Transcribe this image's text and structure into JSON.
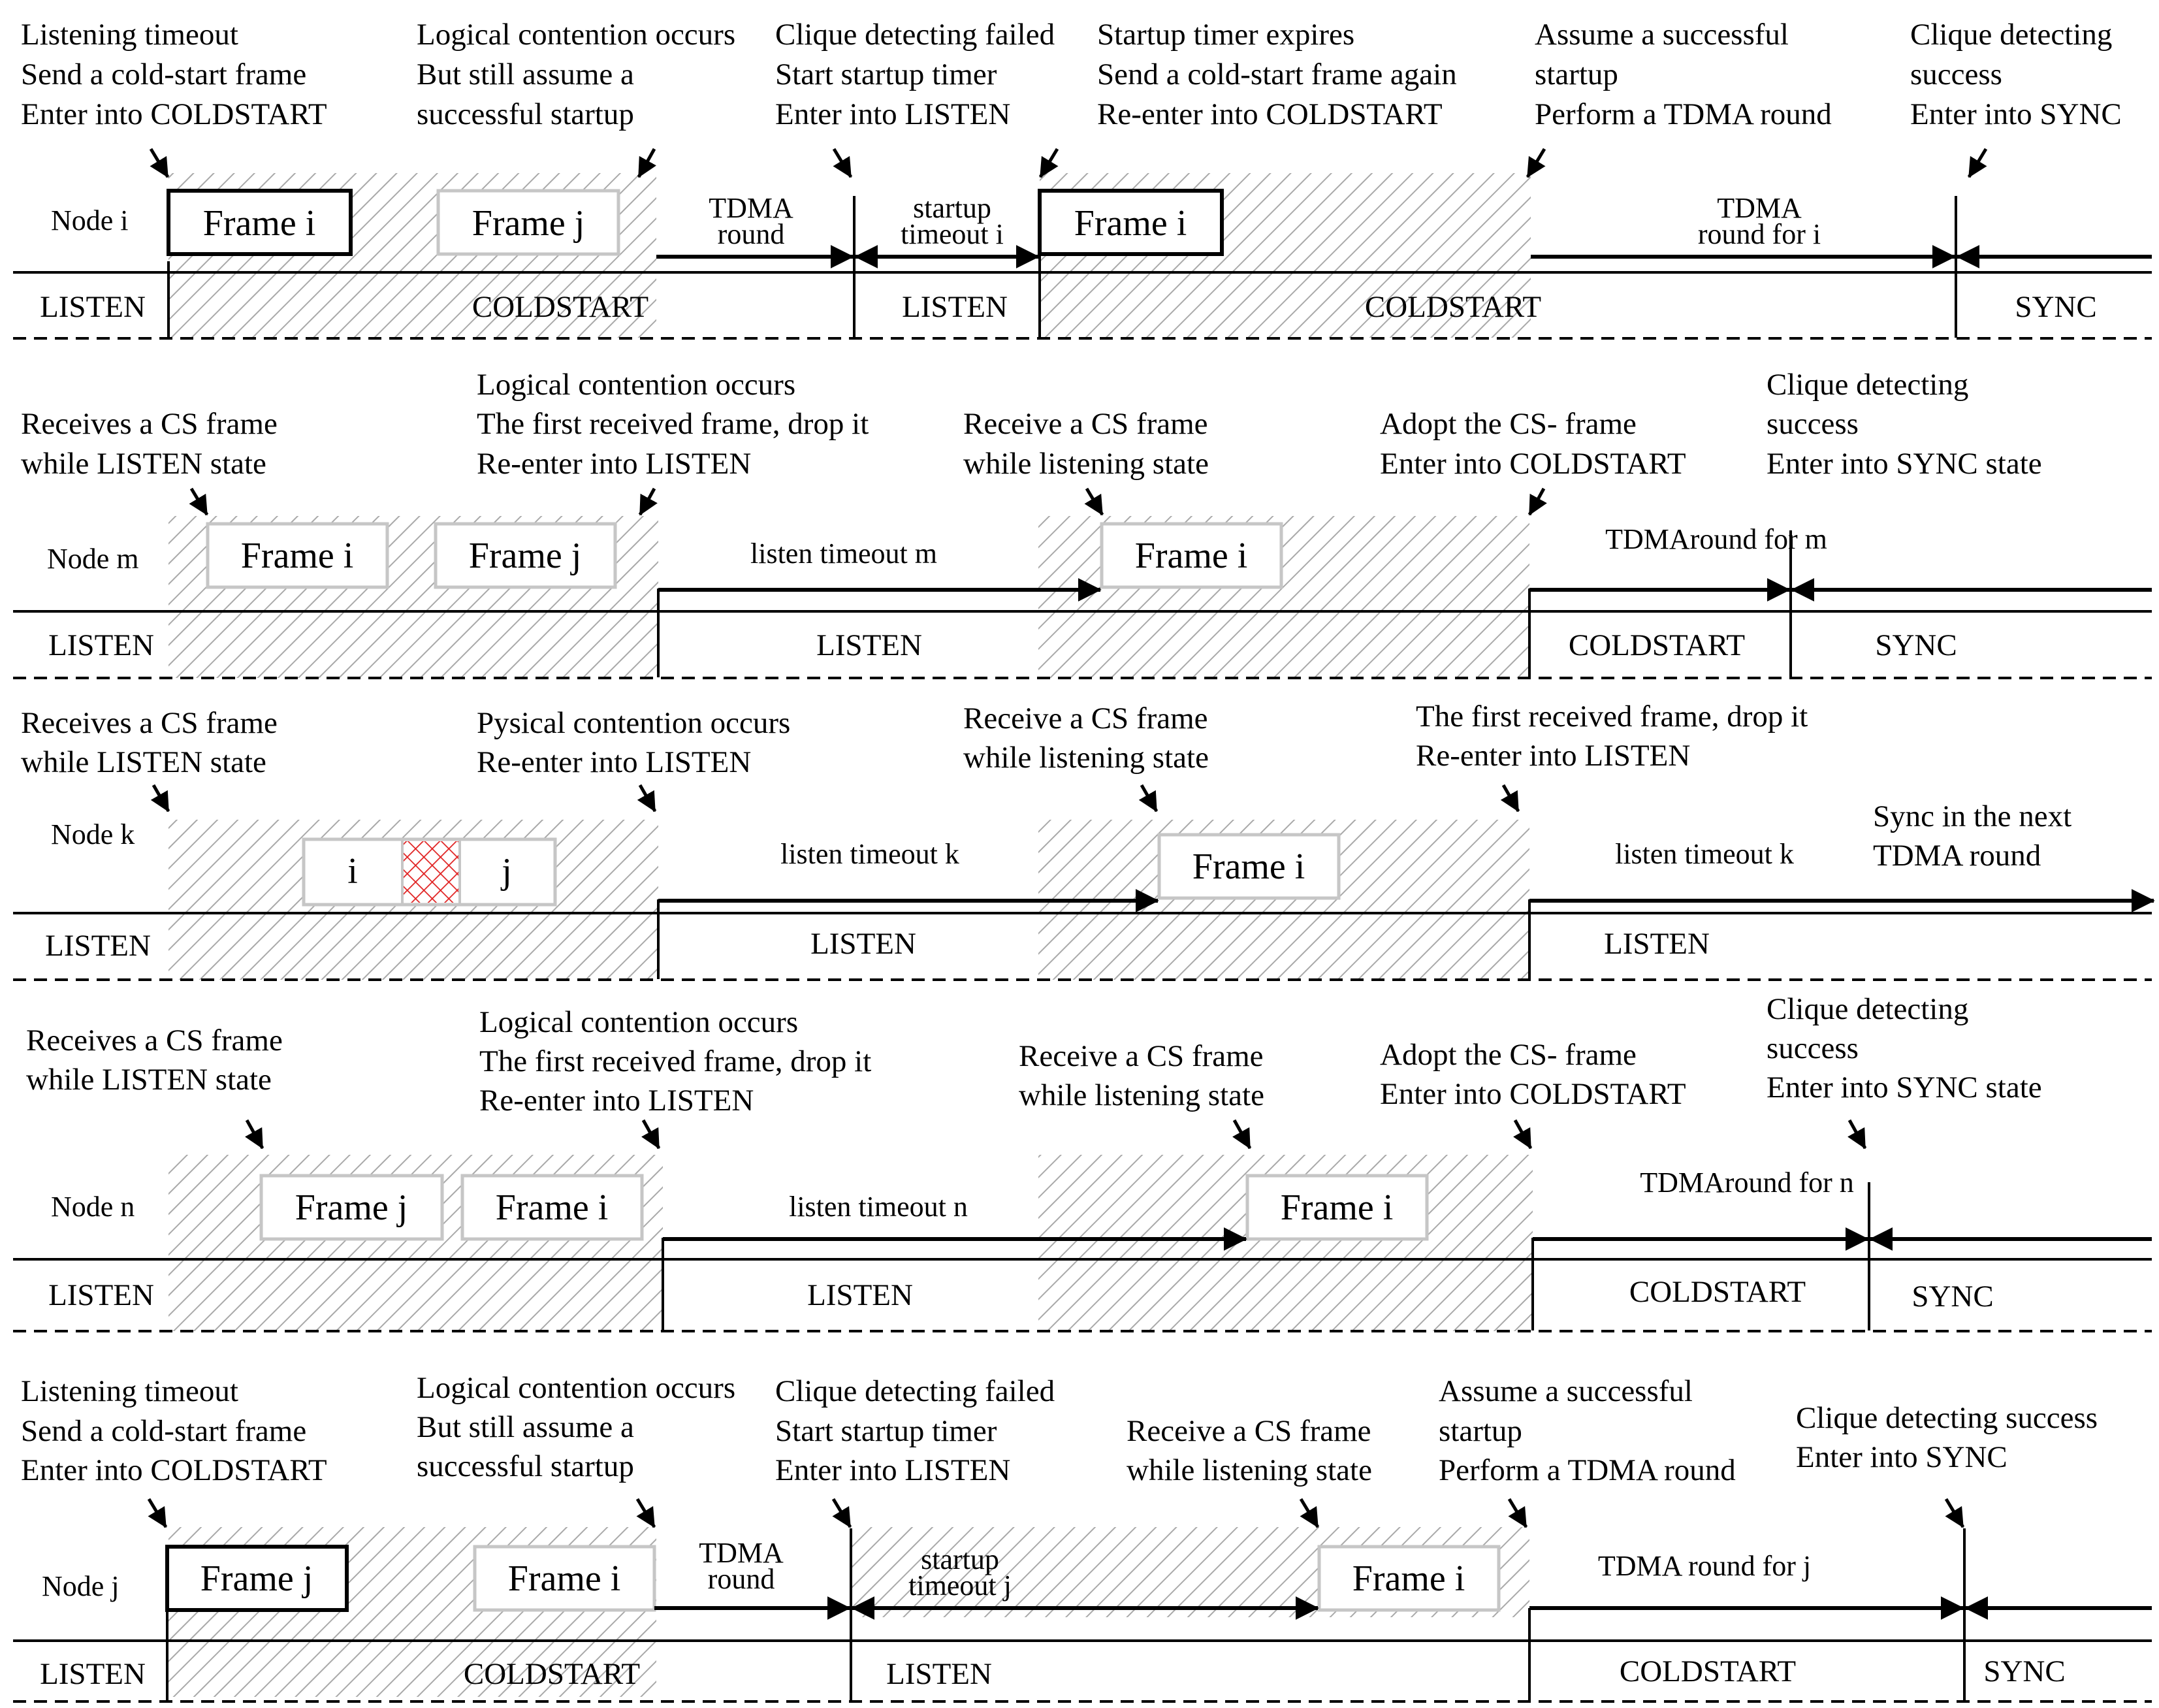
{
  "colors": {
    "hatch": "#a9a9a9",
    "frame_border_gray": "#c6c6c6",
    "frame_border_bold": "#000000",
    "collision": "#e02020",
    "line": "#000000"
  },
  "rows": [
    {
      "node": "Node i",
      "annotations": [
        [
          "Listening timeout",
          "Send a cold-start frame",
          "Enter into COLDSTART"
        ],
        [
          "Logical contention occurs",
          "But still assume a",
          "successful startup"
        ],
        [
          "Clique detecting failed",
          "Start startup timer",
          "Enter into LISTEN"
        ],
        [
          "Startup timer expires",
          "Send a cold-start frame again",
          "Re-enter into COLDSTART"
        ],
        [
          "Assume a successful",
          "startup",
          "Perform a TDMA round"
        ],
        [
          "Clique detecting",
          "success",
          "Enter into SYNC"
        ]
      ],
      "frames": [
        "Frame i",
        "Frame j",
        "Frame i"
      ],
      "timers": [
        [
          "TDMA",
          "round"
        ],
        [
          "startup",
          "timeout i"
        ],
        [
          "TDMA",
          "round for i"
        ]
      ],
      "states": [
        "LISTEN",
        "COLDSTART",
        "LISTEN",
        "COLDSTART",
        "SYNC"
      ]
    },
    {
      "node": "Node m",
      "annotations": [
        [
          "Receives a CS frame",
          "while LISTEN state"
        ],
        [
          "Logical contention occurs",
          "The first received frame, drop it",
          "Re-enter into LISTEN"
        ],
        [
          "Receive a CS frame",
          "while listening state"
        ],
        [
          "Adopt the CS- frame",
          "Enter into  COLDSTART"
        ],
        [
          "Clique detecting",
          "success",
          "Enter into SYNC state"
        ]
      ],
      "frames": [
        "Frame i",
        "Frame j",
        "Frame i"
      ],
      "timers": [
        "listen timeout m",
        "TDMAround for m"
      ],
      "states": [
        "LISTEN",
        "LISTEN",
        "COLDSTART",
        "SYNC"
      ]
    },
    {
      "node": "Node k",
      "annotations": [
        [
          "Receives a CS frame",
          "while LISTEN state"
        ],
        [
          "Pysical contention occurs",
          "Re-enter into LISTEN"
        ],
        [
          "Receive a CS frame",
          "while listening state"
        ],
        [
          "The first received frame, drop it",
          "Re-enter into LISTEN"
        ],
        [
          "Sync in the next",
          "TDMA round"
        ]
      ],
      "frames": [
        "i",
        "j",
        "Frame i"
      ],
      "timers": [
        "listen timeout k",
        "listen timeout k"
      ],
      "states": [
        "LISTEN",
        "LISTEN",
        "LISTEN"
      ]
    },
    {
      "node": "Node n",
      "annotations": [
        [
          "Receives a CS frame",
          "while LISTEN state"
        ],
        [
          "Logical contention occurs",
          "The first received frame, drop it",
          "Re-enter into LISTEN"
        ],
        [
          "Receive a CS frame",
          "while listening state"
        ],
        [
          "Adopt the CS- frame",
          "Enter into  COLDSTART"
        ],
        [
          "Clique detecting",
          "success",
          "Enter into SYNC state"
        ]
      ],
      "frames": [
        "Frame j",
        "Frame i",
        "Frame i"
      ],
      "timers": [
        "listen timeout n",
        "TDMAround for n"
      ],
      "states": [
        "LISTEN",
        "LISTEN",
        "COLDSTART",
        "SYNC"
      ]
    },
    {
      "node": "Node j",
      "annotations": [
        [
          "Listening timeout",
          "Send a cold-start frame",
          "Enter into COLDSTART"
        ],
        [
          "Logical contention occurs",
          "But still assume a",
          "successful startup"
        ],
        [
          "Clique detecting failed",
          "Start startup timer",
          "Enter into LISTEN"
        ],
        [
          "Receive a CS frame",
          "while listening state"
        ],
        [
          "Assume a successful",
          "startup",
          "Perform a TDMA round"
        ],
        [
          "Clique detecting success",
          "Enter into SYNC"
        ]
      ],
      "frames": [
        "Frame j",
        "Frame i",
        "Frame i"
      ],
      "timers": [
        [
          "TDMA",
          "round"
        ],
        [
          "startup",
          "timeout j"
        ],
        "TDMA round for j"
      ],
      "states": [
        "LISTEN",
        "COLDSTART",
        "LISTEN",
        "COLDSTART",
        "SYNC"
      ]
    }
  ]
}
